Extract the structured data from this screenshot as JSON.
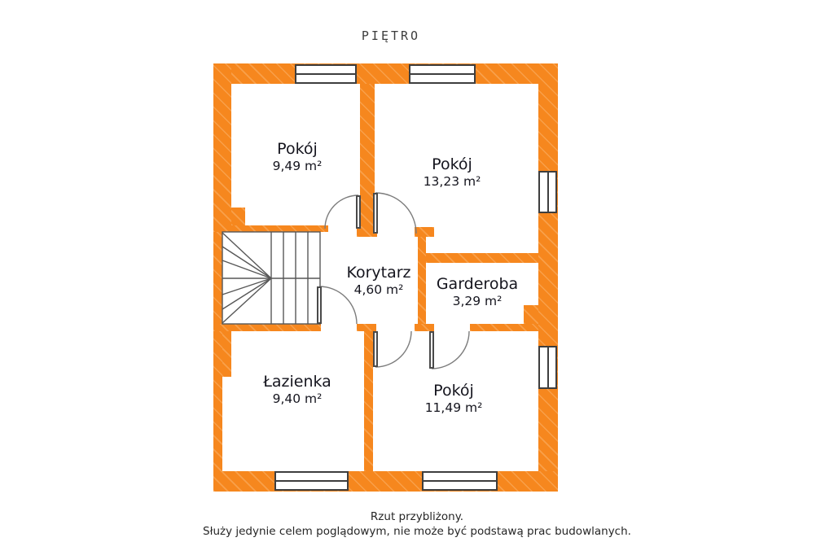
{
  "title": "PIĘTRO",
  "rooms": [
    {
      "name": "Pokój",
      "area": "9,49 m²"
    },
    {
      "name": "Pokój",
      "area": "13,23 m²"
    },
    {
      "name": "Korytarz",
      "area": "4,60 m²"
    },
    {
      "name": "Garderoba",
      "area": "3,29 m²"
    },
    {
      "name": "Łazienka",
      "area": "9,40 m²"
    },
    {
      "name": "Pokój",
      "area": "11,49 m²"
    }
  ],
  "footer": {
    "line1": "Rzut przybliżony.",
    "line2": "Służy jedynie celem poglądowym, nie może być podstawą prac budowlanych."
  },
  "colors": {
    "wall_orange": "#f6871e",
    "line_gray": "#4a4a4a",
    "text_dark": "#15151e"
  }
}
